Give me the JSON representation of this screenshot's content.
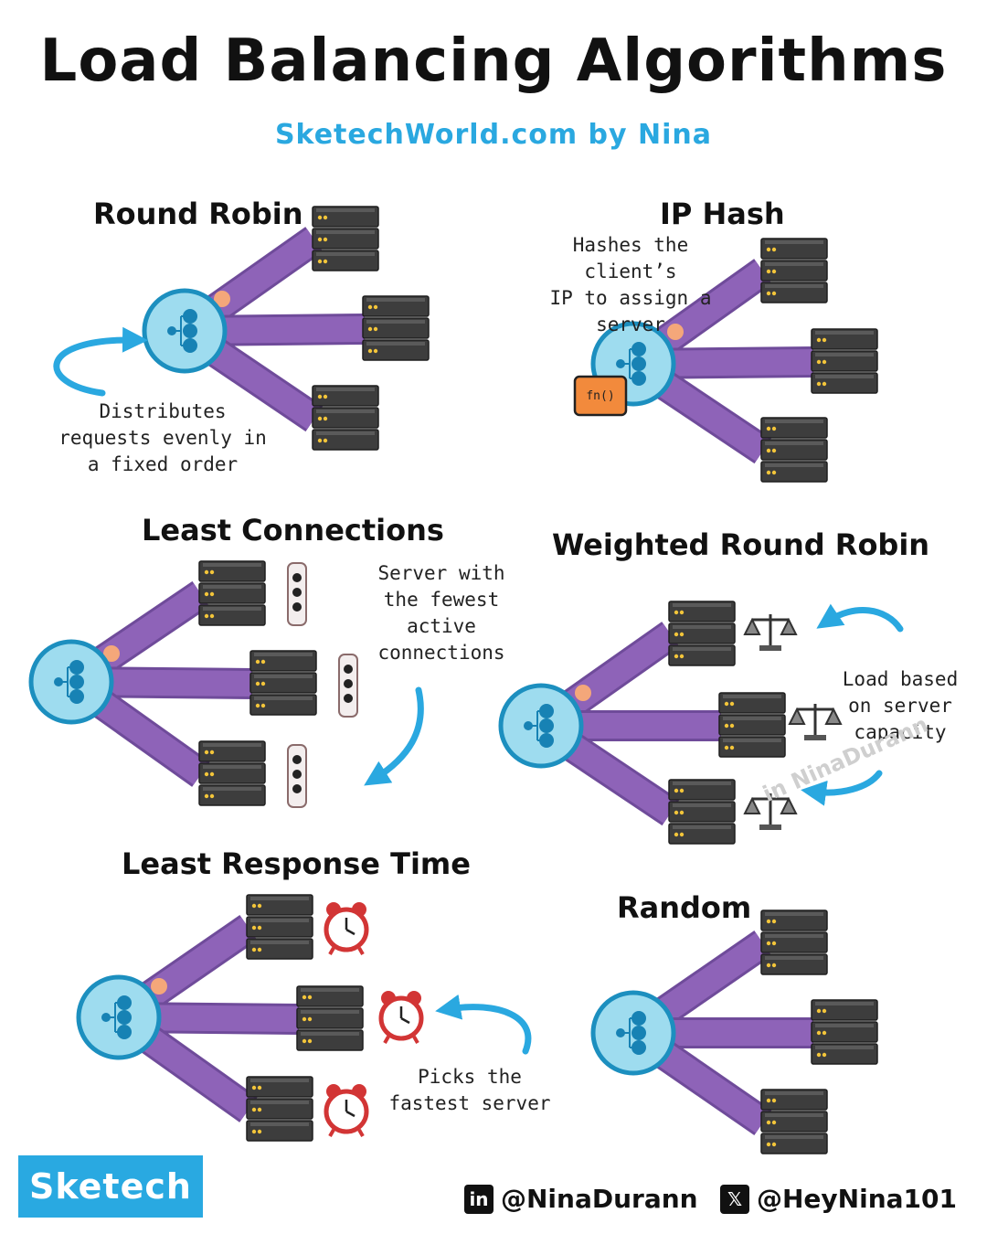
{
  "header": {
    "title": "Load Balancing Algorithms",
    "subtitle": "SketechWorld.com by Nina"
  },
  "sections": {
    "round_robin": {
      "title": "Round Robin",
      "note": "Distributes\nrequests evenly in\na fixed order"
    },
    "ip_hash": {
      "title": "IP Hash",
      "note": "Hashes the client’s\nIP to assign a\nserver",
      "badge": "fn()"
    },
    "least_connections": {
      "title": "Least Connections",
      "note": "Server with\nthe fewest\nactive\nconnections"
    },
    "weighted_round_robin": {
      "title": "Weighted Round Robin",
      "note": "Load based\non server\ncapacity"
    },
    "least_response_time": {
      "title": "Least Response Time",
      "note": "Picks the\nfastest server"
    },
    "random": {
      "title": "Random"
    }
  },
  "footer": {
    "brand": "Sketech",
    "linkedin_icon": "linkedin-icon",
    "linkedin_glyph": "in",
    "linkedin": "@NinaDurann",
    "x_icon": "x-icon",
    "x_glyph": "𝕏",
    "x_handle": "@HeyNina101",
    "watermark": "NinaDurann"
  },
  "colors": {
    "accent": "#2aa8e0",
    "pipe": "#8e63b8",
    "hub": "#9edcef",
    "hub_ring": "#1c8fbf",
    "server": "#3d3d3d",
    "led": "#f3c53a",
    "dot": "#f4a77a",
    "badge": "#f28a3c",
    "clock": "#d23535"
  }
}
